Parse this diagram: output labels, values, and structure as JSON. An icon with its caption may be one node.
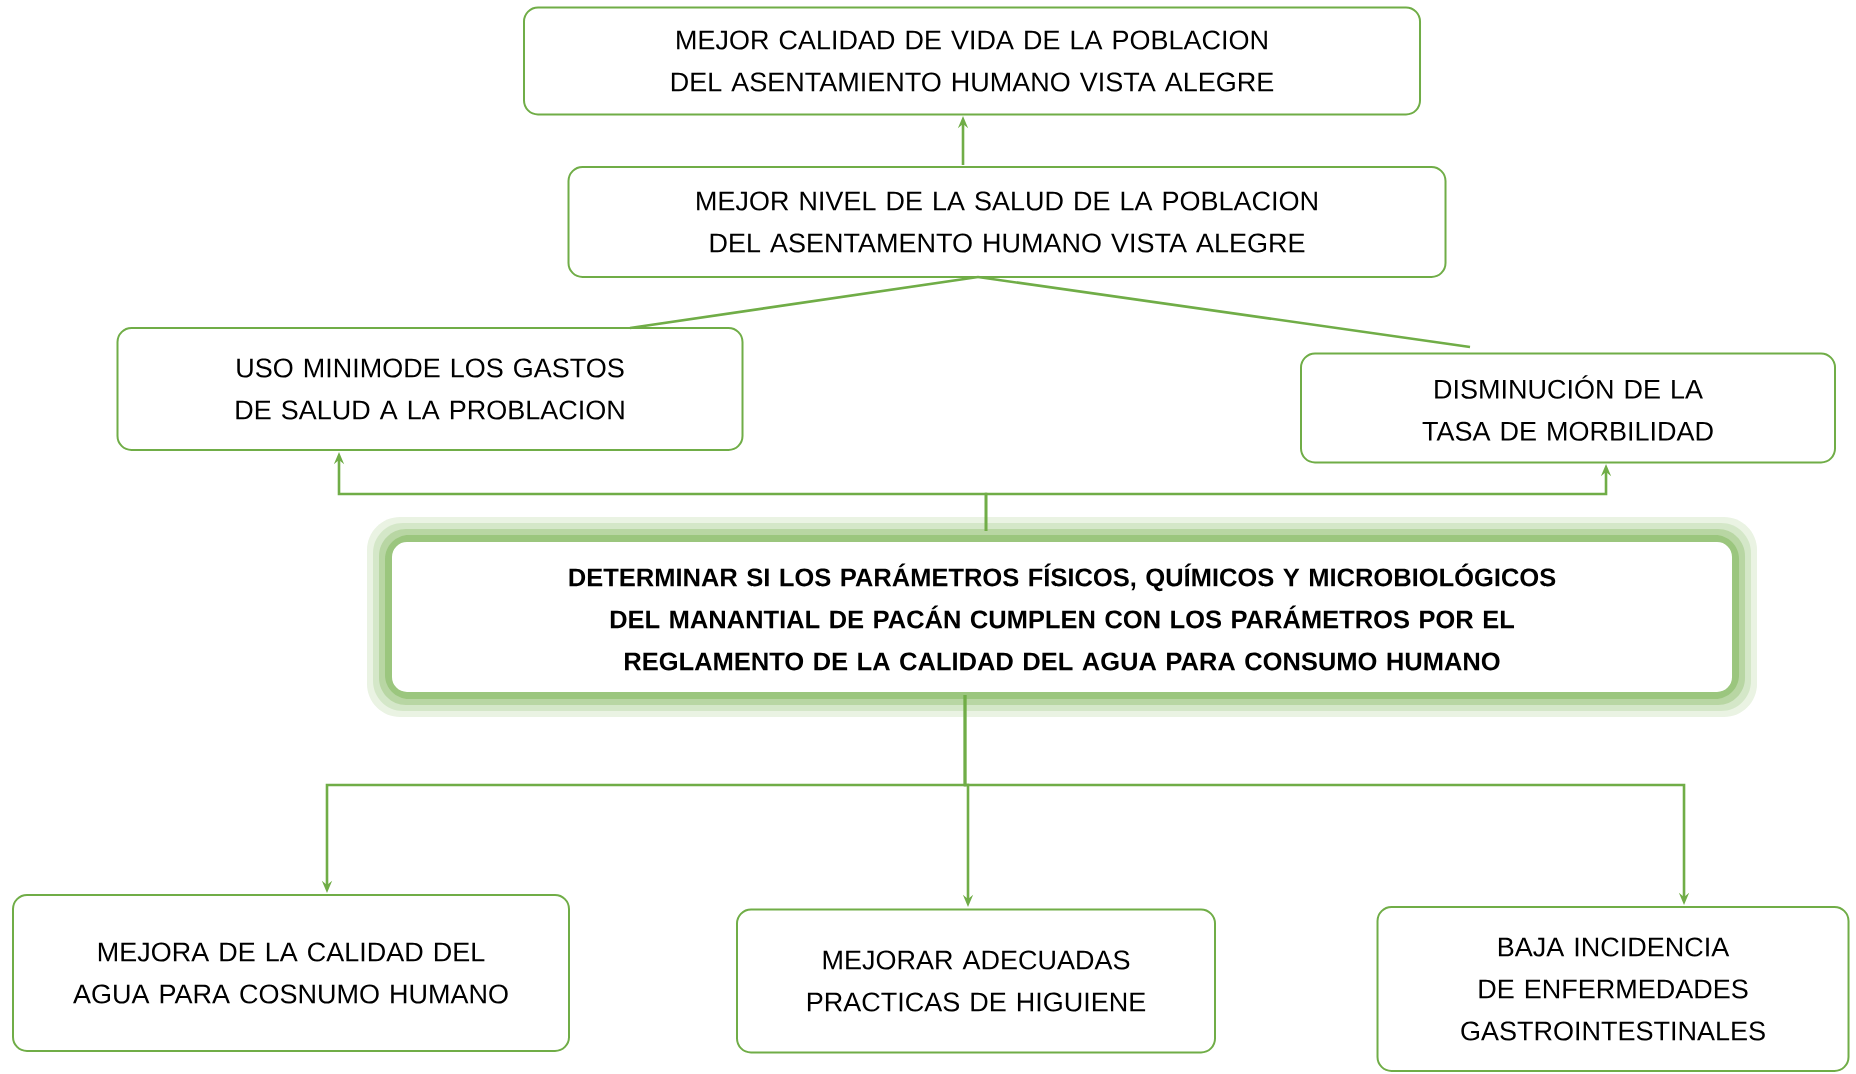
{
  "diagram": {
    "nodes": [
      {
        "text": [
          "MEJOR CALIDAD DE VIDA DE LA POBLACION DEL ASENTAMIENTO HUMANO VISTA ALEGRE"
        ]
      },
      {
        "text": [
          "MEJOR NIVEL DE LA SALUD DE LA POBLACION DEL ASENTAMENTO HUMANO VISTA ALEGRE"
        ]
      },
      {
        "text": [
          "USO MINIMODE LOS GASTOS DE SALUD A LA PROBLACION"
        ]
      },
      {
        "text": [
          "DISMINUCIÓN DE LA TASA DE MORBILIDAD"
        ]
      },
      {
        "text": [
          "DETERMINAR SI LOS PARÁMETROS FÍSICOS, QUÍMICOS Y MICROBIOLÓGICOS DEL MANANTIAL DE PACÁN CUMPLEN CON LOS PARÁMETROS POR EL REGLAMENTO DE LA CALIDAD DEL AGUA PARA CONSUMO HUMANO"
        ]
      },
      {
        "text": [
          "MEJORA DE LA CALIDAD DEL AGUA PARA COSNUMO HUMANO"
        ]
      },
      {
        "text": [
          "MEJORAR ADECUADAS PRACTICAS DE HIGUIENE"
        ]
      },
      {
        "text": [
          "BAJA INCIDENCIA DE ENFERMEDADES GASTROINTESTINALES"
        ]
      }
    ],
    "edges": [
      {
        "from": 1,
        "to": 0,
        "arrow": "to"
      },
      {
        "from": 1,
        "to": 2,
        "arrow": "none"
      },
      {
        "from": 1,
        "to": 3,
        "arrow": "none"
      },
      {
        "from": 4,
        "to": 2,
        "arrow": "to"
      },
      {
        "from": 4,
        "to": 3,
        "arrow": "to"
      },
      {
        "from": 4,
        "to": 5,
        "arrow": "to"
      },
      {
        "from": 4,
        "to": 6,
        "arrow": "to"
      },
      {
        "from": 4,
        "to": 7,
        "arrow": "to"
      }
    ]
  }
}
